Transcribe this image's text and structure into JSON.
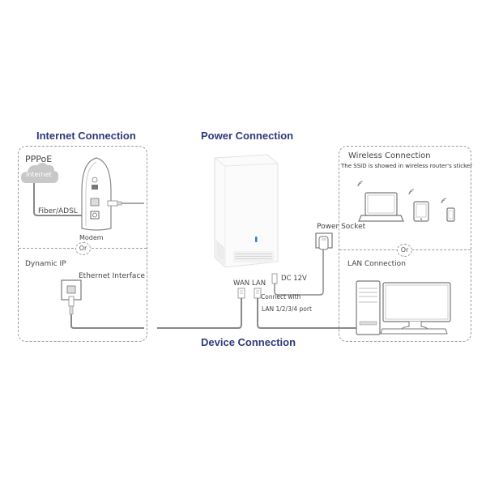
{
  "titles": {
    "internet": "Internet Connection",
    "power": "Power Connection",
    "device": "Device Connection"
  },
  "internet_box": {
    "pppoe_label": "PPPoE",
    "cloud_label": "Internet",
    "fiber_label": "Fiber/ADSL",
    "modem_label": "Modem",
    "or_label": "Or",
    "dynamic_ip_label": "Dynamic IP",
    "ethernet_label": "Ethernet Interface"
  },
  "router": {
    "wan_label": "WAN",
    "lan_label": "LAN",
    "dc_label": "DC 12V",
    "connect_label_1": "Connect with",
    "connect_label_2": "LAN 1/2/3/4 port",
    "power_socket_label": "Power Socket"
  },
  "device_box": {
    "wireless_title": "Wireless Connection",
    "ssid_note": "The SSID is showed in wireless router's sticker",
    "or_label": "Or",
    "lan_title": "LAN Connection"
  },
  "colors": {
    "title": "#2e3a78",
    "cable": "#888888",
    "dashed_border": "#9a9a9a",
    "led": "#2a7be4"
  }
}
